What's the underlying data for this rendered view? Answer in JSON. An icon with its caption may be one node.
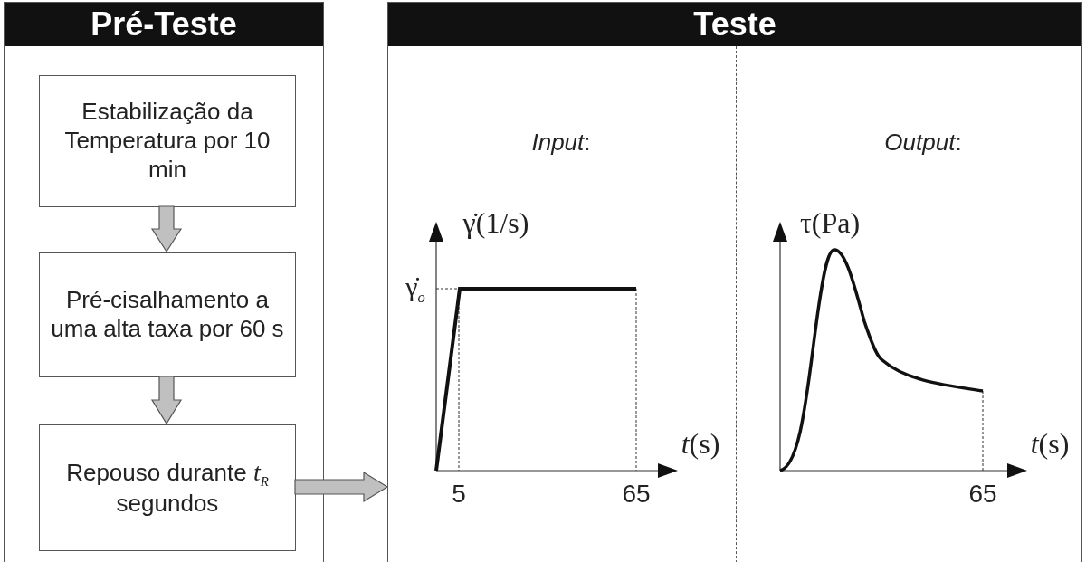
{
  "diagram": {
    "nodes": [
      {
        "text": [
          "Pré-Teste"
        ]
      },
      {
        "text": [
          "Estabilização da Temperatura por 10 min"
        ],
        "in": 0
      },
      {
        "text": [
          "Pré-cisalhamento a uma alta taxa por 60 s"
        ],
        "in": 0
      },
      {
        "text": [
          "Repouso durante *t*$_{R}$ segundos"
        ],
        "in": 0
      },
      {
        "text": [
          "Teste"
        ]
      }
    ],
    "edges": [
      {
        "from": 1,
        "to": 2,
        "arrow": "to"
      },
      {
        "from": 2,
        "to": 3,
        "arrow": "to"
      },
      {
        "from": 3,
        "to": 4,
        "arrow": "to"
      }
    ],
    "labels": [
      "*Input*:",
      "γ̇(1/s)",
      "γ̇$_{o}$",
      "*t*(s)",
      "5",
      "65",
      "*Output*:",
      "τ(Pa)",
      "*t*(s)",
      "65"
    ]
  }
}
